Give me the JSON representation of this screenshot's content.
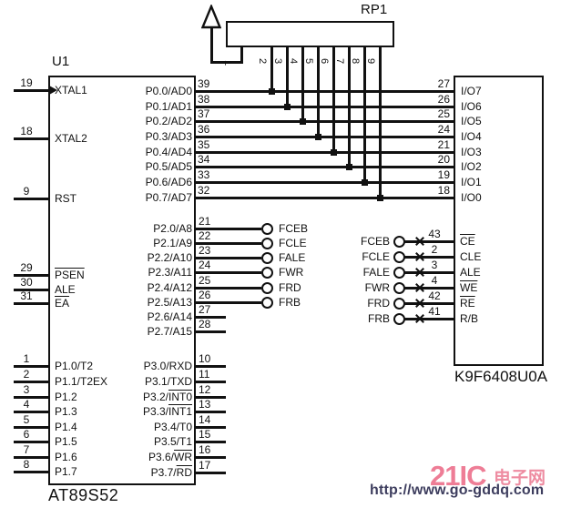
{
  "mcu": {
    "ref_des": "U1",
    "part_number": "AT89S52",
    "left_pins": [
      {
        "num": "19",
        "label": "XTAL1",
        "clock": true
      },
      {
        "num": "18",
        "label": "XTAL2"
      },
      {
        "num": "9",
        "label": "RST"
      },
      {
        "num": "29",
        "label": "PSEN",
        "ov": "PSEN"
      },
      {
        "num": "30",
        "label": "ALE"
      },
      {
        "num": "31",
        "label": "EA",
        "ov": "EA"
      },
      {
        "num": "1",
        "label": "P1.0/T2"
      },
      {
        "num": "2",
        "label": "P1.1/T2EX"
      },
      {
        "num": "3",
        "label": "P1.2"
      },
      {
        "num": "4",
        "label": "P1.3"
      },
      {
        "num": "5",
        "label": "P1.4"
      },
      {
        "num": "6",
        "label": "P1.5"
      },
      {
        "num": "7",
        "label": "P1.6"
      },
      {
        "num": "8",
        "label": "P1.7"
      }
    ],
    "bus_pins": [
      {
        "num": "39",
        "label": "P0.0/AD0"
      },
      {
        "num": "38",
        "label": "P0.1/AD1"
      },
      {
        "num": "37",
        "label": "P0.2/AD2"
      },
      {
        "num": "36",
        "label": "P0.3/AD3"
      },
      {
        "num": "35",
        "label": "P0.4/AD4"
      },
      {
        "num": "34",
        "label": "P0.5/AD5"
      },
      {
        "num": "33",
        "label": "P0.6/AD6"
      },
      {
        "num": "32",
        "label": "P0.7/AD7"
      }
    ],
    "p2_pins": [
      {
        "num": "21",
        "label": "P2.0/A8",
        "signal": "FCEB"
      },
      {
        "num": "22",
        "label": "P2.1/A9",
        "signal": "FCLE"
      },
      {
        "num": "23",
        "label": "P2.2/A10",
        "signal": "FALE"
      },
      {
        "num": "24",
        "label": "P2.3/A11",
        "signal": "FWR"
      },
      {
        "num": "25",
        "label": "P2.4/A12",
        "signal": "FRD"
      },
      {
        "num": "26",
        "label": "P2.5/A13",
        "signal": "FRB"
      },
      {
        "num": "27",
        "label": "P2.6/A14"
      },
      {
        "num": "28",
        "label": "P2.7/A15"
      }
    ],
    "p3_pins": [
      {
        "num": "10",
        "label": "P3.0/RXD"
      },
      {
        "num": "11",
        "label": "P3.1/TXD"
      },
      {
        "num": "12",
        "label": "P3.2/INT0",
        "ov": "INT0"
      },
      {
        "num": "13",
        "label": "P3.3/INT1",
        "ov": "INT1"
      },
      {
        "num": "14",
        "label": "P3.4/T0"
      },
      {
        "num": "15",
        "label": "P3.5/T1"
      },
      {
        "num": "16",
        "label": "P3.6/WR",
        "ov": "WR"
      },
      {
        "num": "17",
        "label": "P3.7/RD",
        "ov": "RD"
      }
    ]
  },
  "flash": {
    "part_number": "K9F6408U0A",
    "io_pins": [
      {
        "num": "27",
        "label": "I/O7"
      },
      {
        "num": "26",
        "label": "I/O6"
      },
      {
        "num": "25",
        "label": "I/O5"
      },
      {
        "num": "24",
        "label": "I/O4"
      },
      {
        "num": "21",
        "label": "I/O3"
      },
      {
        "num": "20",
        "label": "I/O2"
      },
      {
        "num": "19",
        "label": "I/O1"
      },
      {
        "num": "18",
        "label": "I/O0"
      }
    ],
    "ctrl_pins": [
      {
        "num": "43",
        "label": "CE",
        "ov": "CE",
        "signal": "FCEB"
      },
      {
        "num": "2",
        "label": "CLE",
        "signal": "FCLE"
      },
      {
        "num": "3",
        "label": "ALE",
        "signal": "FALE"
      },
      {
        "num": "4",
        "label": "WE",
        "ov": "WE",
        "signal": "FWR"
      },
      {
        "num": "42",
        "label": "RE",
        "ov": "RE",
        "signal": "FRD"
      },
      {
        "num": "41",
        "label": "R/B",
        "signal": "FRB"
      }
    ]
  },
  "resistor_pack": {
    "ref_des": "RP1",
    "pin_numbers": [
      "1",
      "2",
      "3",
      "4",
      "5",
      "6",
      "7",
      "8",
      "9"
    ]
  },
  "watermark": {
    "logo": "21IC",
    "logo_cn": "电子网",
    "url": "http://www.go-gddq.com"
  },
  "colors": {
    "wire": "#111111",
    "watermark_pink": "#ee7d96",
    "watermark_url": "#3d3d5e"
  }
}
